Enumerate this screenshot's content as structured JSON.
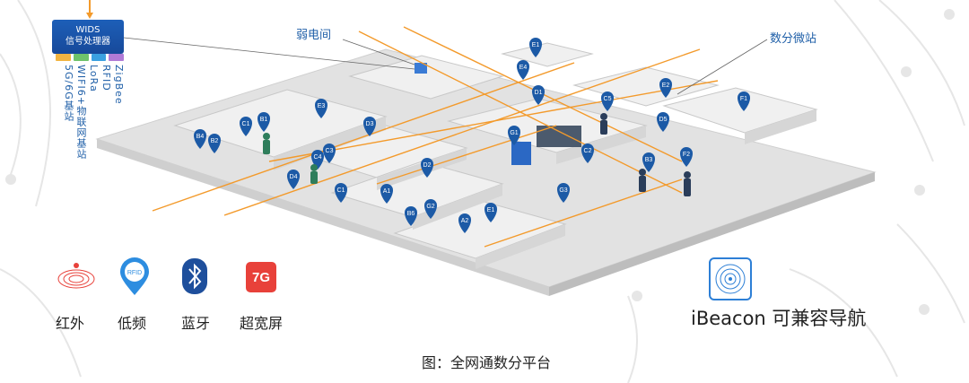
{
  "wids": {
    "title_line1": "WIDS",
    "title_line2": "信号处理器",
    "protocols": [
      "ZigBee",
      "RFID",
      "LoRa",
      "WIFI6+物联网基站",
      "5G/6G基站"
    ],
    "leg_colors": [
      "#f2b441",
      "#6ec36b",
      "#3aa0e0",
      "#b07ad6"
    ]
  },
  "labels": {
    "weak_room": "弱电间",
    "micro_station": "数分微站"
  },
  "markers": [
    "E1",
    "E4",
    "D1",
    "C5",
    "E2",
    "F1",
    "D5",
    "B1",
    "C1",
    "E3",
    "D3",
    "C3",
    "C4",
    "B4",
    "B2",
    "G1",
    "C2",
    "B3",
    "F2",
    "D4",
    "D2",
    "A1",
    "B6",
    "G2",
    "A2",
    "E1",
    "C1",
    "G3"
  ],
  "legend": [
    {
      "label": "红外",
      "icon": "infrared-icon"
    },
    {
      "label": "低频",
      "icon": "rfid-icon",
      "text": "RFID"
    },
    {
      "label": "蓝牙",
      "icon": "bluetooth-icon"
    },
    {
      "label": "超宽屏",
      "icon": "7g-icon",
      "text": "7G"
    }
  ],
  "ibeacon": {
    "label": "iBeacon 可兼容导航"
  },
  "caption": "图：全网通数分平台",
  "colors": {
    "brand_blue": "#1f5fa8",
    "marker_blue": "#1c5aa6",
    "signal_orange": "#f39a2b",
    "floor_gray": "#d9d9d9",
    "wall_gray": "#c4c4c4"
  }
}
